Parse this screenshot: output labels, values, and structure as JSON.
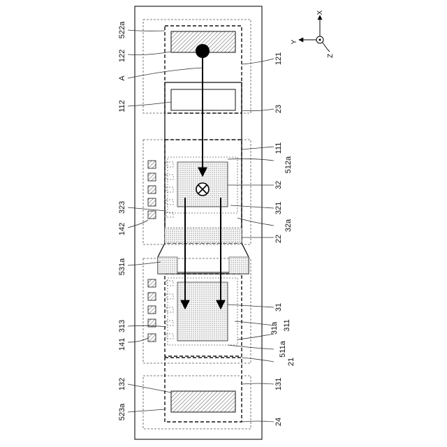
{
  "axes": {
    "x": "X",
    "y": "Y",
    "z": "Z"
  },
  "point_label": "A",
  "left_labels": {
    "l522a": "522a",
    "l122": "122",
    "lA": "A",
    "l112": "112",
    "l323": "323",
    "l142": "142",
    "l531a": "531a",
    "l313": "313",
    "l141": "141",
    "l132": "132",
    "l523a": "523a"
  },
  "right_labels": {
    "r121": "121",
    "r23": "23",
    "r111": "111",
    "r512a": "512a",
    "r32": "32",
    "r321": "321",
    "r32a": "32a",
    "r22": "22",
    "r31": "31",
    "r31a": "31a",
    "r311": "311",
    "r511a": "511a",
    "r21": "21",
    "r131": "131",
    "r24": "24"
  }
}
